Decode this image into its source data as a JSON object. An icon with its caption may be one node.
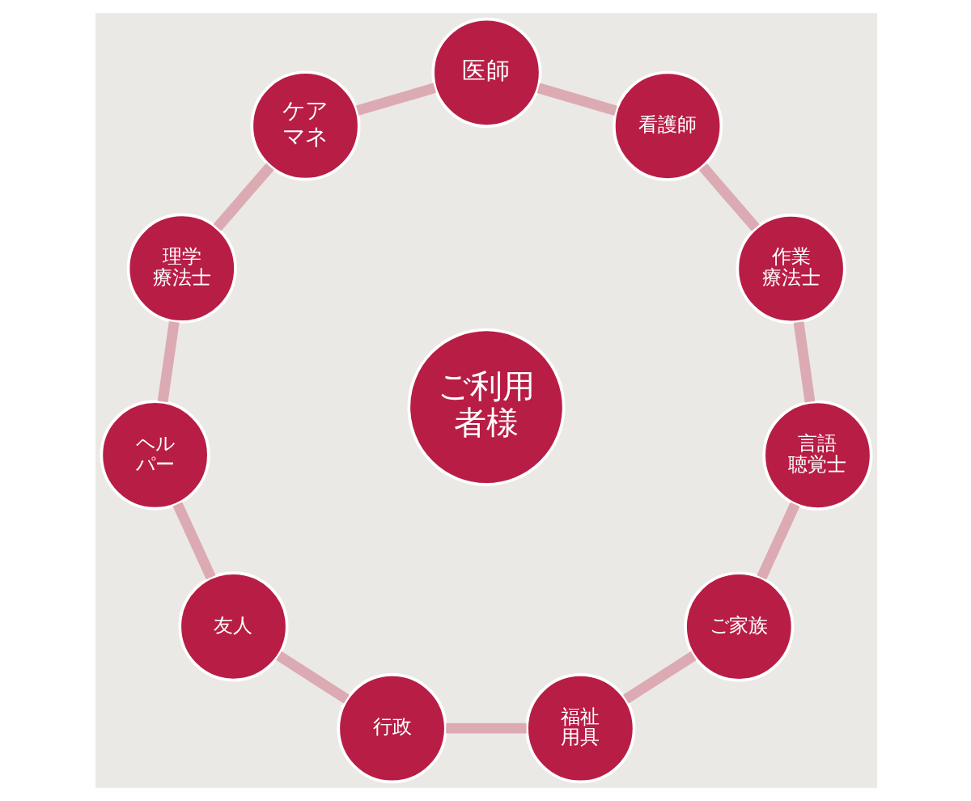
{
  "diagram": {
    "nodes": [
      {
        "text": [
          "ご利用者様"
        ]
      },
      {
        "text": [
          "医師"
        ]
      },
      {
        "text": [
          "看護師"
        ]
      },
      {
        "text": [
          "作業療法士"
        ]
      },
      {
        "text": [
          "言語聴覚士"
        ]
      },
      {
        "text": [
          "ご家族"
        ]
      },
      {
        "text": [
          "福祉用具"
        ]
      },
      {
        "text": [
          "行政"
        ]
      },
      {
        "text": [
          "友人"
        ]
      },
      {
        "text": [
          "ヘルパー"
        ]
      },
      {
        "text": [
          "理学療法士"
        ]
      },
      {
        "text": [
          "ケアマネ"
        ]
      }
    ],
    "edges": [
      {
        "from": 1,
        "to": 2,
        "arrow": "none"
      },
      {
        "from": 2,
        "to": 3,
        "arrow": "none"
      },
      {
        "from": 3,
        "to": 4,
        "arrow": "none"
      },
      {
        "from": 4,
        "to": 5,
        "arrow": "none"
      },
      {
        "from": 5,
        "to": 6,
        "arrow": "none"
      },
      {
        "from": 6,
        "to": 7,
        "arrow": "none"
      },
      {
        "from": 7,
        "to": 8,
        "arrow": "none"
      },
      {
        "from": 8,
        "to": 9,
        "arrow": "none"
      },
      {
        "from": 9,
        "to": 10,
        "arrow": "none"
      },
      {
        "from": 10,
        "to": 11,
        "arrow": "none"
      },
      {
        "from": 11,
        "to": 1,
        "arrow": "none"
      }
    ]
  }
}
